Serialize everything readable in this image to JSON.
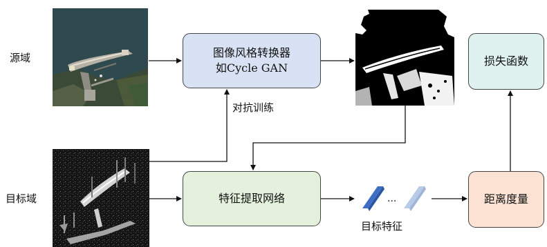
{
  "inputs": {
    "source_label": "源域",
    "target_label": "目标域"
  },
  "style_transfer": {
    "line1": "图像风格转换器",
    "line2": "如Cycle GAN",
    "adversarial_label": "对抗训练"
  },
  "feature_extractor": {
    "label": "特征提取网络"
  },
  "features": {
    "label": "目标特征",
    "ellipsis": "...",
    "colors": {
      "dark": "#3f6fc4",
      "light": "#b9cae6"
    }
  },
  "distance": {
    "label": "距离度量"
  },
  "loss": {
    "label": "损失函数"
  },
  "colors": {
    "style_transfer_box": "#d9e2f5",
    "feature_extractor_box": "#e3f1dd",
    "distance_box": "#fbe2d3",
    "loss_box": "#dff2f0",
    "arrow": "#111111"
  }
}
